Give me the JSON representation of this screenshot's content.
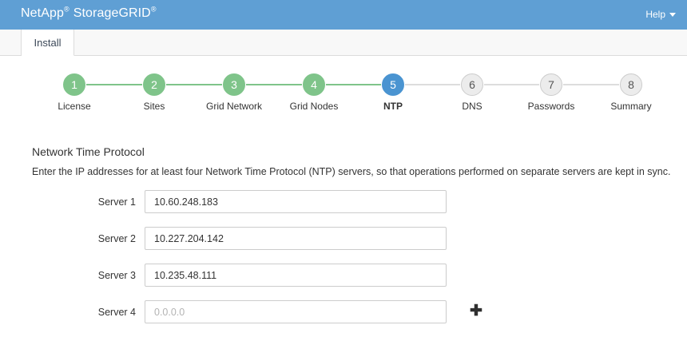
{
  "banner": {
    "brand_name": "NetApp",
    "brand_reg": "®",
    "product_name": "StorageGRID",
    "product_reg": "®",
    "help_label": "Help",
    "help_caret_icon": "chevron-down-icon",
    "background_color": "#5f9fd4"
  },
  "tabs": [
    {
      "label": "Install",
      "active": true
    }
  ],
  "stepper": {
    "colors": {
      "done": "#7fc48a",
      "active": "#4a94d1",
      "todo_fill": "#ececec",
      "todo_border": "#cccccc"
    },
    "steps": [
      {
        "number": "1",
        "label": "License",
        "state": "done"
      },
      {
        "number": "2",
        "label": "Sites",
        "state": "done"
      },
      {
        "number": "3",
        "label": "Grid Network",
        "state": "done"
      },
      {
        "number": "4",
        "label": "Grid Nodes",
        "state": "done"
      },
      {
        "number": "5",
        "label": "NTP",
        "state": "active"
      },
      {
        "number": "6",
        "label": "DNS",
        "state": "todo"
      },
      {
        "number": "7",
        "label": "Passwords",
        "state": "todo"
      },
      {
        "number": "8",
        "label": "Summary",
        "state": "todo"
      }
    ]
  },
  "section": {
    "title": "Network Time Protocol",
    "description": "Enter the IP addresses for at least four Network Time Protocol (NTP) servers, so that operations performed on separate servers are kept in sync."
  },
  "form": {
    "fields": [
      {
        "label": "Server 1",
        "value": "10.60.248.183",
        "placeholder": "0.0.0.0"
      },
      {
        "label": "Server 2",
        "value": "10.227.204.142",
        "placeholder": "0.0.0.0"
      },
      {
        "label": "Server 3",
        "value": "10.235.48.111",
        "placeholder": "0.0.0.0"
      },
      {
        "label": "Server 4",
        "value": "",
        "placeholder": "0.0.0.0"
      }
    ],
    "add_button_label": "✚",
    "add_button_icon": "plus-icon"
  }
}
